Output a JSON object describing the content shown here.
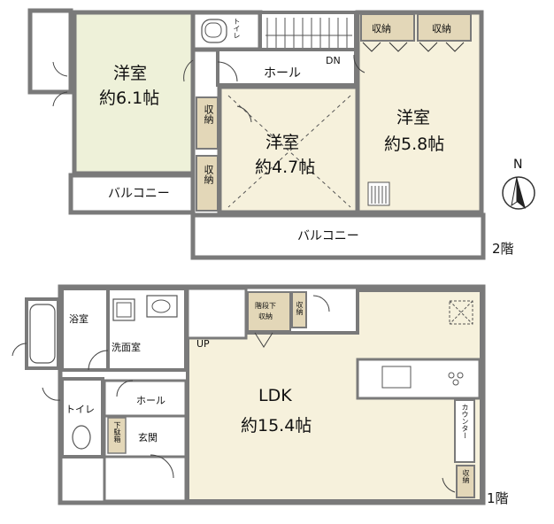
{
  "floor2": {
    "label": "2階",
    "rooms": {
      "west_bedroom": {
        "name": "洋室",
        "size": "約6.1帖"
      },
      "center_bedroom": {
        "name": "洋室",
        "size": "約4.7帖"
      },
      "east_bedroom": {
        "name": "洋室",
        "size": "約5.8帖"
      },
      "toilet": "トイレ",
      "hall": "ホール",
      "stairs_down": "DN",
      "storage_top_1": "収納",
      "storage_top_2": "収納",
      "storage_side_1": "収納",
      "storage_side_2": "収納",
      "balcony_west": "バルコニー",
      "balcony_south": "バルコニー"
    }
  },
  "floor1": {
    "label": "1階",
    "rooms": {
      "ldk": {
        "name": "LDK",
        "size": "約15.4帖"
      },
      "bath": "浴室",
      "washroom": "洗面室",
      "toilet": "トイレ",
      "hall": "ホール",
      "entrance": "玄関",
      "shoe_box": "下駄箱",
      "under_stairs_storage_1": "階段下",
      "under_stairs_storage_2": "収納",
      "storage_small": "収納",
      "counter": "カウンター",
      "storage_ldk": "収納",
      "stairs_up": "UP"
    }
  },
  "compass": {
    "label": "N"
  },
  "colors": {
    "wall": "#7a7a7a",
    "room_fill": "#f6f1dc",
    "green_room": "#eef1d9",
    "storage": "#e3d7b8",
    "white": "#ffffff"
  }
}
